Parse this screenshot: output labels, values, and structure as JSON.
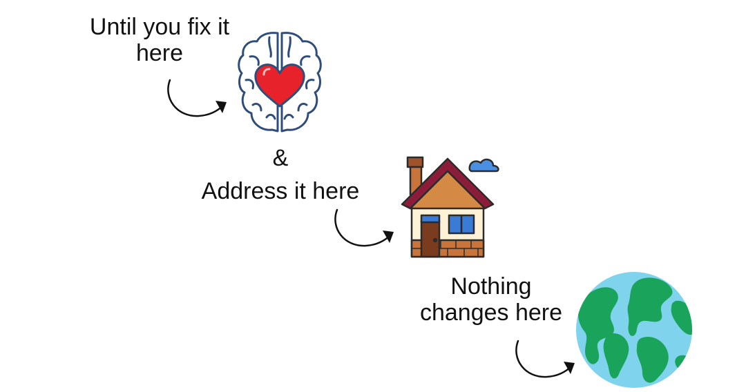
{
  "steps": [
    {
      "lines": [
        "Until you fix it",
        "here"
      ],
      "icon": "brain-heart-icon"
    },
    {
      "connector": "&",
      "lines": [
        "Address it here"
      ],
      "icon": "house-icon"
    },
    {
      "lines": [
        "Nothing",
        "changes here"
      ],
      "icon": "earth-globe-icon"
    }
  ],
  "colors": {
    "text": "#111111",
    "heart": "#e8222a",
    "brain_outline": "#2f4d7a",
    "roof": "#8b1c3a",
    "roof_fill": "#d48a45",
    "wall": "#fdf2d6",
    "brick": "#a0522d",
    "window": "#3a7bd5",
    "cloud": "#4a90e2",
    "ocean": "#7fd3ec",
    "land": "#1aa35a"
  }
}
